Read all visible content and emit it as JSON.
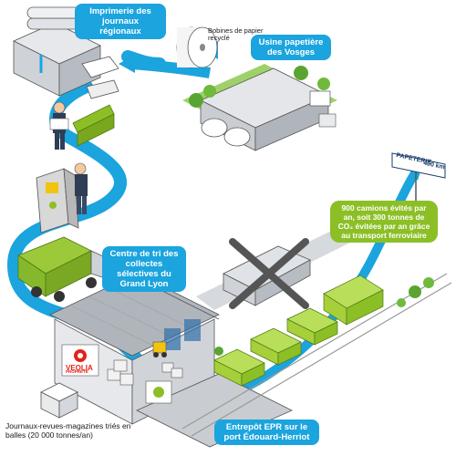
{
  "labels": {
    "printing": "Imprimerie des journaux régionaux",
    "paper_reels": "Bobines de papier recyclé",
    "paper_mill": "Usine papetière des Vosges",
    "sorting_center": "Centre de tri des collectes sélectives du Grand Lyon",
    "rail_note": "900 camions évités par an, soit 300 tonnes de CO₂ évitées par an grâce au transport ferroviaire",
    "bales": "Journaux-revues-magazines triés en balles (20 000 tonnes/an)",
    "warehouse": "Entrepôt EPR sur le port Édouard-Herriot",
    "sign_destination": "PAPETERIE",
    "sign_distance": "400 km",
    "brand_veolia": "VEOLIA",
    "brand_veolia_sub": "PROPRETÉ"
  },
  "colors": {
    "flow_arrow": "#1ba4de",
    "rail_arrow": "#1ba4de",
    "train": "#a6cf3a",
    "truck": "#8cbf26",
    "building_roof": "#c9ccd1",
    "veolia_red": "#e2231a"
  },
  "icons": [
    "printing-press-icon",
    "paper-reel-icon",
    "paper-mill-icon",
    "reader-icon",
    "recycling-bin-icon",
    "garbage-truck-icon",
    "sorting-center-icon",
    "freight-train-icon",
    "crossed-out-truck-icon",
    "bale-icon",
    "forklift-icon"
  ]
}
